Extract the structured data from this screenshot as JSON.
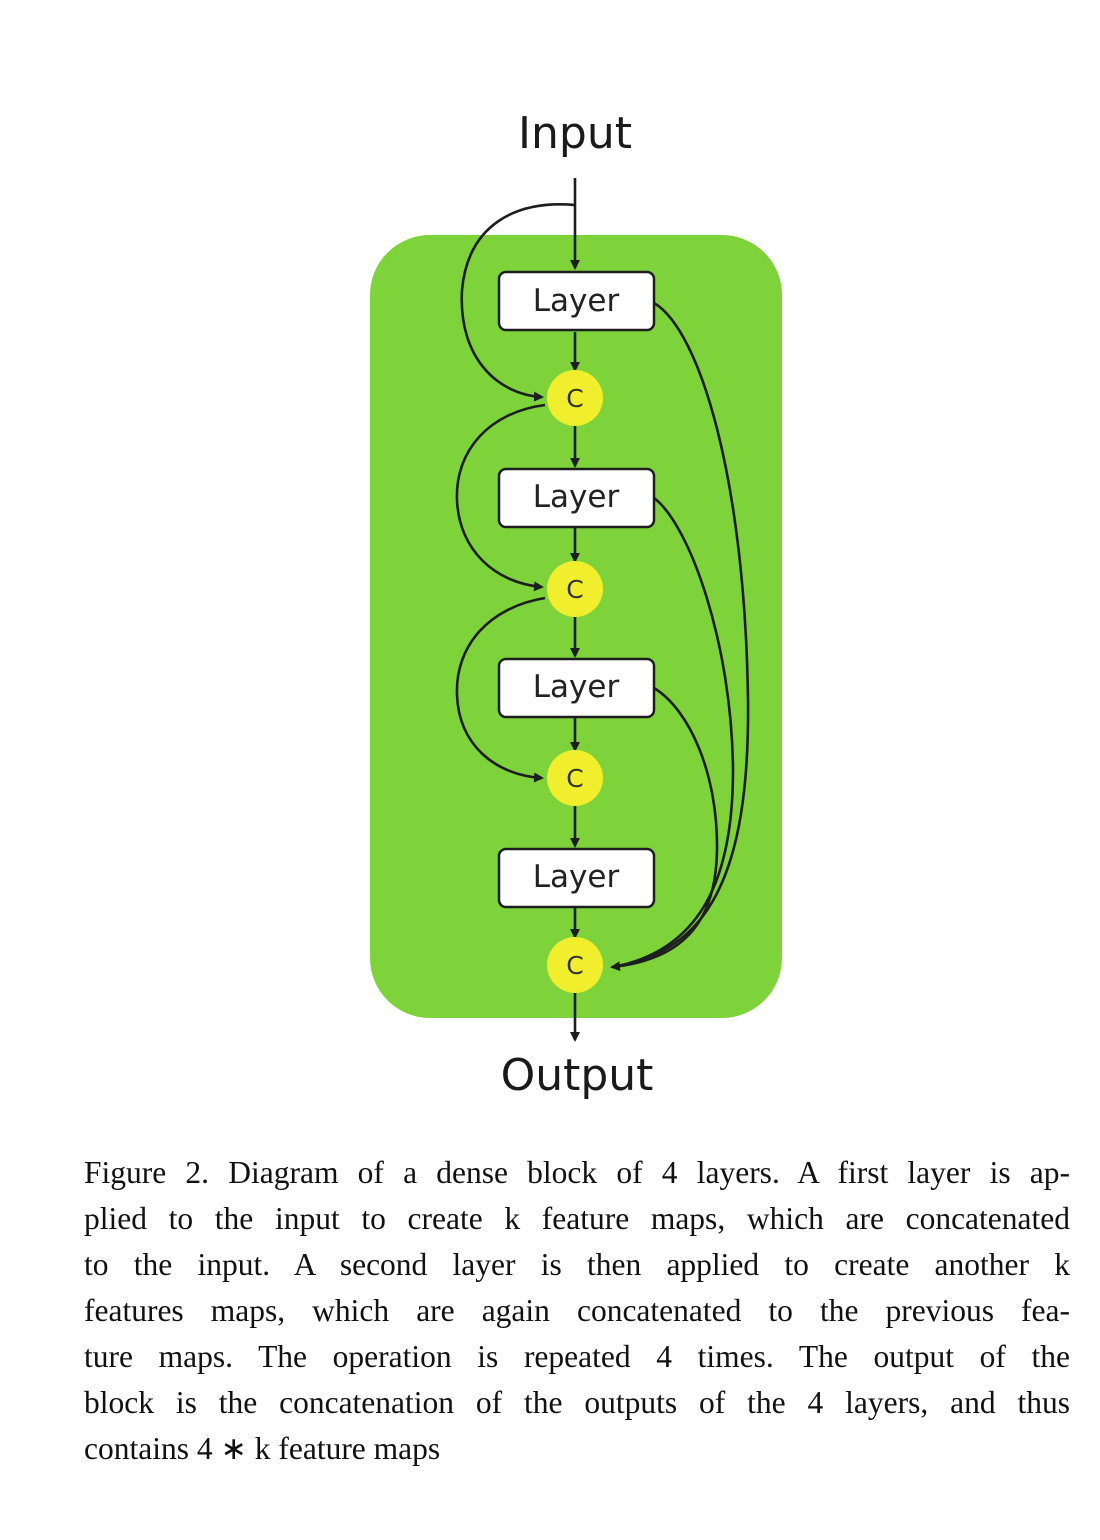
{
  "diagram": {
    "input_label": "Input",
    "output_label": "Output",
    "layer_label": "Layer",
    "concat_label": "C",
    "layer_count": 4,
    "colors": {
      "block_fill": "#7ed33b",
      "concat_fill": "#f0ee2d",
      "stroke": "#1e1e1e"
    }
  },
  "caption": {
    "lines": [
      "Figure 2. Diagram of a dense block of 4 layers. A first layer is ap-",
      "plied to the input to create k feature maps, which are concatenated",
      "to the input.  A second layer is then applied to create another k",
      "features maps, which are again concatenated to the previous fea-",
      "ture maps.  The operation is repeated 4 times.  The output of the",
      "block is the concatenation of the outputs of the 4 layers, and thus",
      "contains 4 ∗ k feature maps"
    ]
  }
}
